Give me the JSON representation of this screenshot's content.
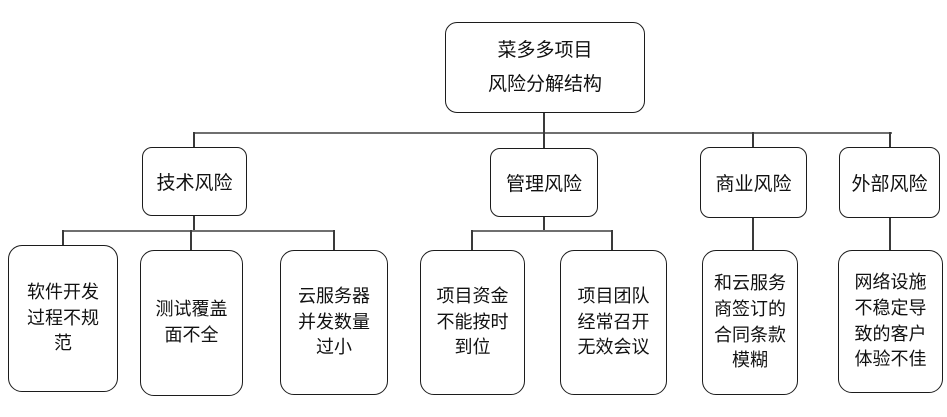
{
  "diagram": {
    "root": {
      "label_line1": "菜多多项目",
      "label_line2": "风险分解结构"
    },
    "branches": [
      {
        "label": "技术风险",
        "children": [
          "软件开发过程不规范",
          "测试覆盖面不全",
          "云服务器并发数量过小"
        ]
      },
      {
        "label": "管理风险",
        "children": [
          "项目资金不能按时到位",
          "项目团队经常召开无效会议"
        ]
      },
      {
        "label": "商业风险",
        "children": [
          "和云服务商签订的合同条款模糊"
        ]
      },
      {
        "label": "外部风险",
        "children": [
          "网络设施不稳定导致的客户体验不佳"
        ]
      }
    ],
    "colors": {
      "box_border": "#1c1c1c",
      "connector_horizontal": "#6f6f6f",
      "connector_vertical": "#3a3a3a",
      "background": "#ffffff",
      "text": "#111111"
    }
  }
}
